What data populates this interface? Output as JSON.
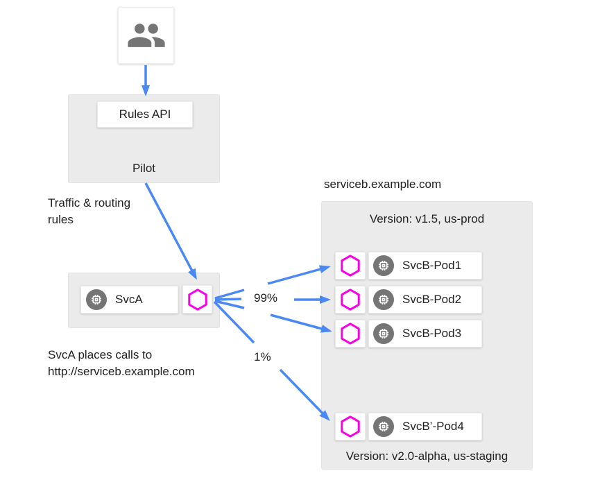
{
  "colors": {
    "arrow_blue": "#4a89f4",
    "proxy_magenta": "#fa00e6",
    "icon_gray": "#757575",
    "panel_gray": "#ebebeb",
    "text_dark": "#212121"
  },
  "pilot": {
    "rules_api_label": "Rules API",
    "label": "Pilot"
  },
  "labels": {
    "traffic_line1": "Traffic & routing",
    "traffic_line2": "rules",
    "calls_line1": "SvcA places calls to",
    "calls_line2": "http://serviceb.example.com",
    "pct_major": "99%",
    "pct_minor": "1%"
  },
  "svca": {
    "label": "SvcA"
  },
  "serviceb": {
    "title": "serviceb.example.com",
    "prod_version_label": "Version: v1.5, us-prod",
    "staging_version_label": "Version: v2.0-alpha, us-staging",
    "prod_pods": [
      "SvcB-Pod1",
      "SvcB-Pod2",
      "SvcB-Pod3"
    ],
    "staging_pod": "SvcB’-Pod4"
  }
}
